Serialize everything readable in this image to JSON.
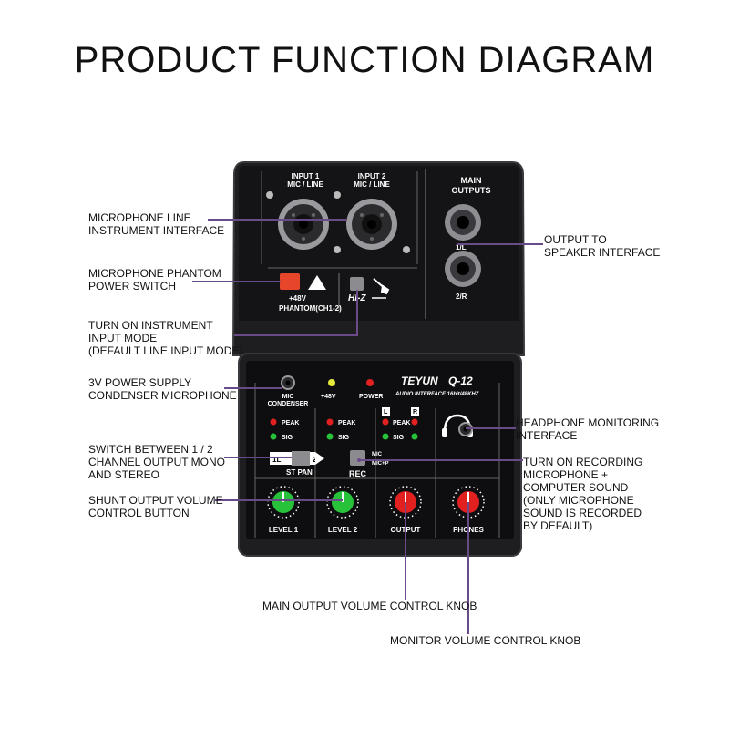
{
  "title": "PRODUCT FUNCTION DIAGRAM",
  "colors": {
    "leader": "#6b4a8a",
    "body": "#1e1e20",
    "panel": "#111113",
    "red_knob": "#e22020",
    "green_knob": "#27c23a"
  },
  "device": {
    "brand": "TEYUN",
    "model": "Q-12",
    "subtitle": "AUDIO INTERFACE 16bit/48KHZ",
    "input1": "INPUT 1\nMIC / LINE",
    "input2": "INPUT 2\nMIC / LINE",
    "main_outputs": "MAIN\nOUTPUTS",
    "out_1": "1/L",
    "out_2": "2/R",
    "phantom_48v": "+48V",
    "phantom_label": "PHANTOM(CH1-2)",
    "hiz": "HI-Z",
    "mic_condenser": "MIC\nCONDENSER",
    "led_48v": "+48V",
    "led_power": "POWER",
    "peak": "PEAK",
    "sig": "SIG",
    "ch_l": "L",
    "ch_r": "R",
    "st_pan": "ST PAN",
    "pan_1l": "1L",
    "pan_2r": "2R",
    "rec": "REC",
    "rec_mic": "MIC",
    "rec_micp": "MIC+P",
    "level1": "LEVEL 1",
    "level2": "LEVEL 2",
    "output": "OUTPUT",
    "phones": "PHONES"
  },
  "callouts": {
    "mic_line": "MICROPHONE LINE\nINSTRUMENT INTERFACE",
    "phantom": "MICROPHONE PHANTOM\nPOWER SWITCH",
    "instrument": "TURN ON INSTRUMENT\nINPUT MODE\n(DEFAULT LINE INPUT MODE)",
    "power_3v": "3V POWER SUPPLY\nCONDENSER MICROPHONE",
    "switch_12": "SWITCH BETWEEN 1 / 2\nCHANNEL OUTPUT MONO\nAND STEREO",
    "shunt": "SHUNT OUTPUT VOLUME\nCONTROL BUTTON",
    "output_speaker": "OUTPUT TO\nSPEAKER INTERFACE",
    "headphone": "HEADPHONE MONITORING\nINTERFACE",
    "recording": "TURN ON RECORDING\n MICROPHONE +\n COMPUTER SOUND\n (ONLY MICROPHONE\n SOUND IS RECORDED\n BY DEFAULT)",
    "main_knob": "MAIN OUTPUT VOLUME CONTROL KNOB",
    "monitor_knob": "MONITOR VOLUME CONTROL KNOB"
  }
}
